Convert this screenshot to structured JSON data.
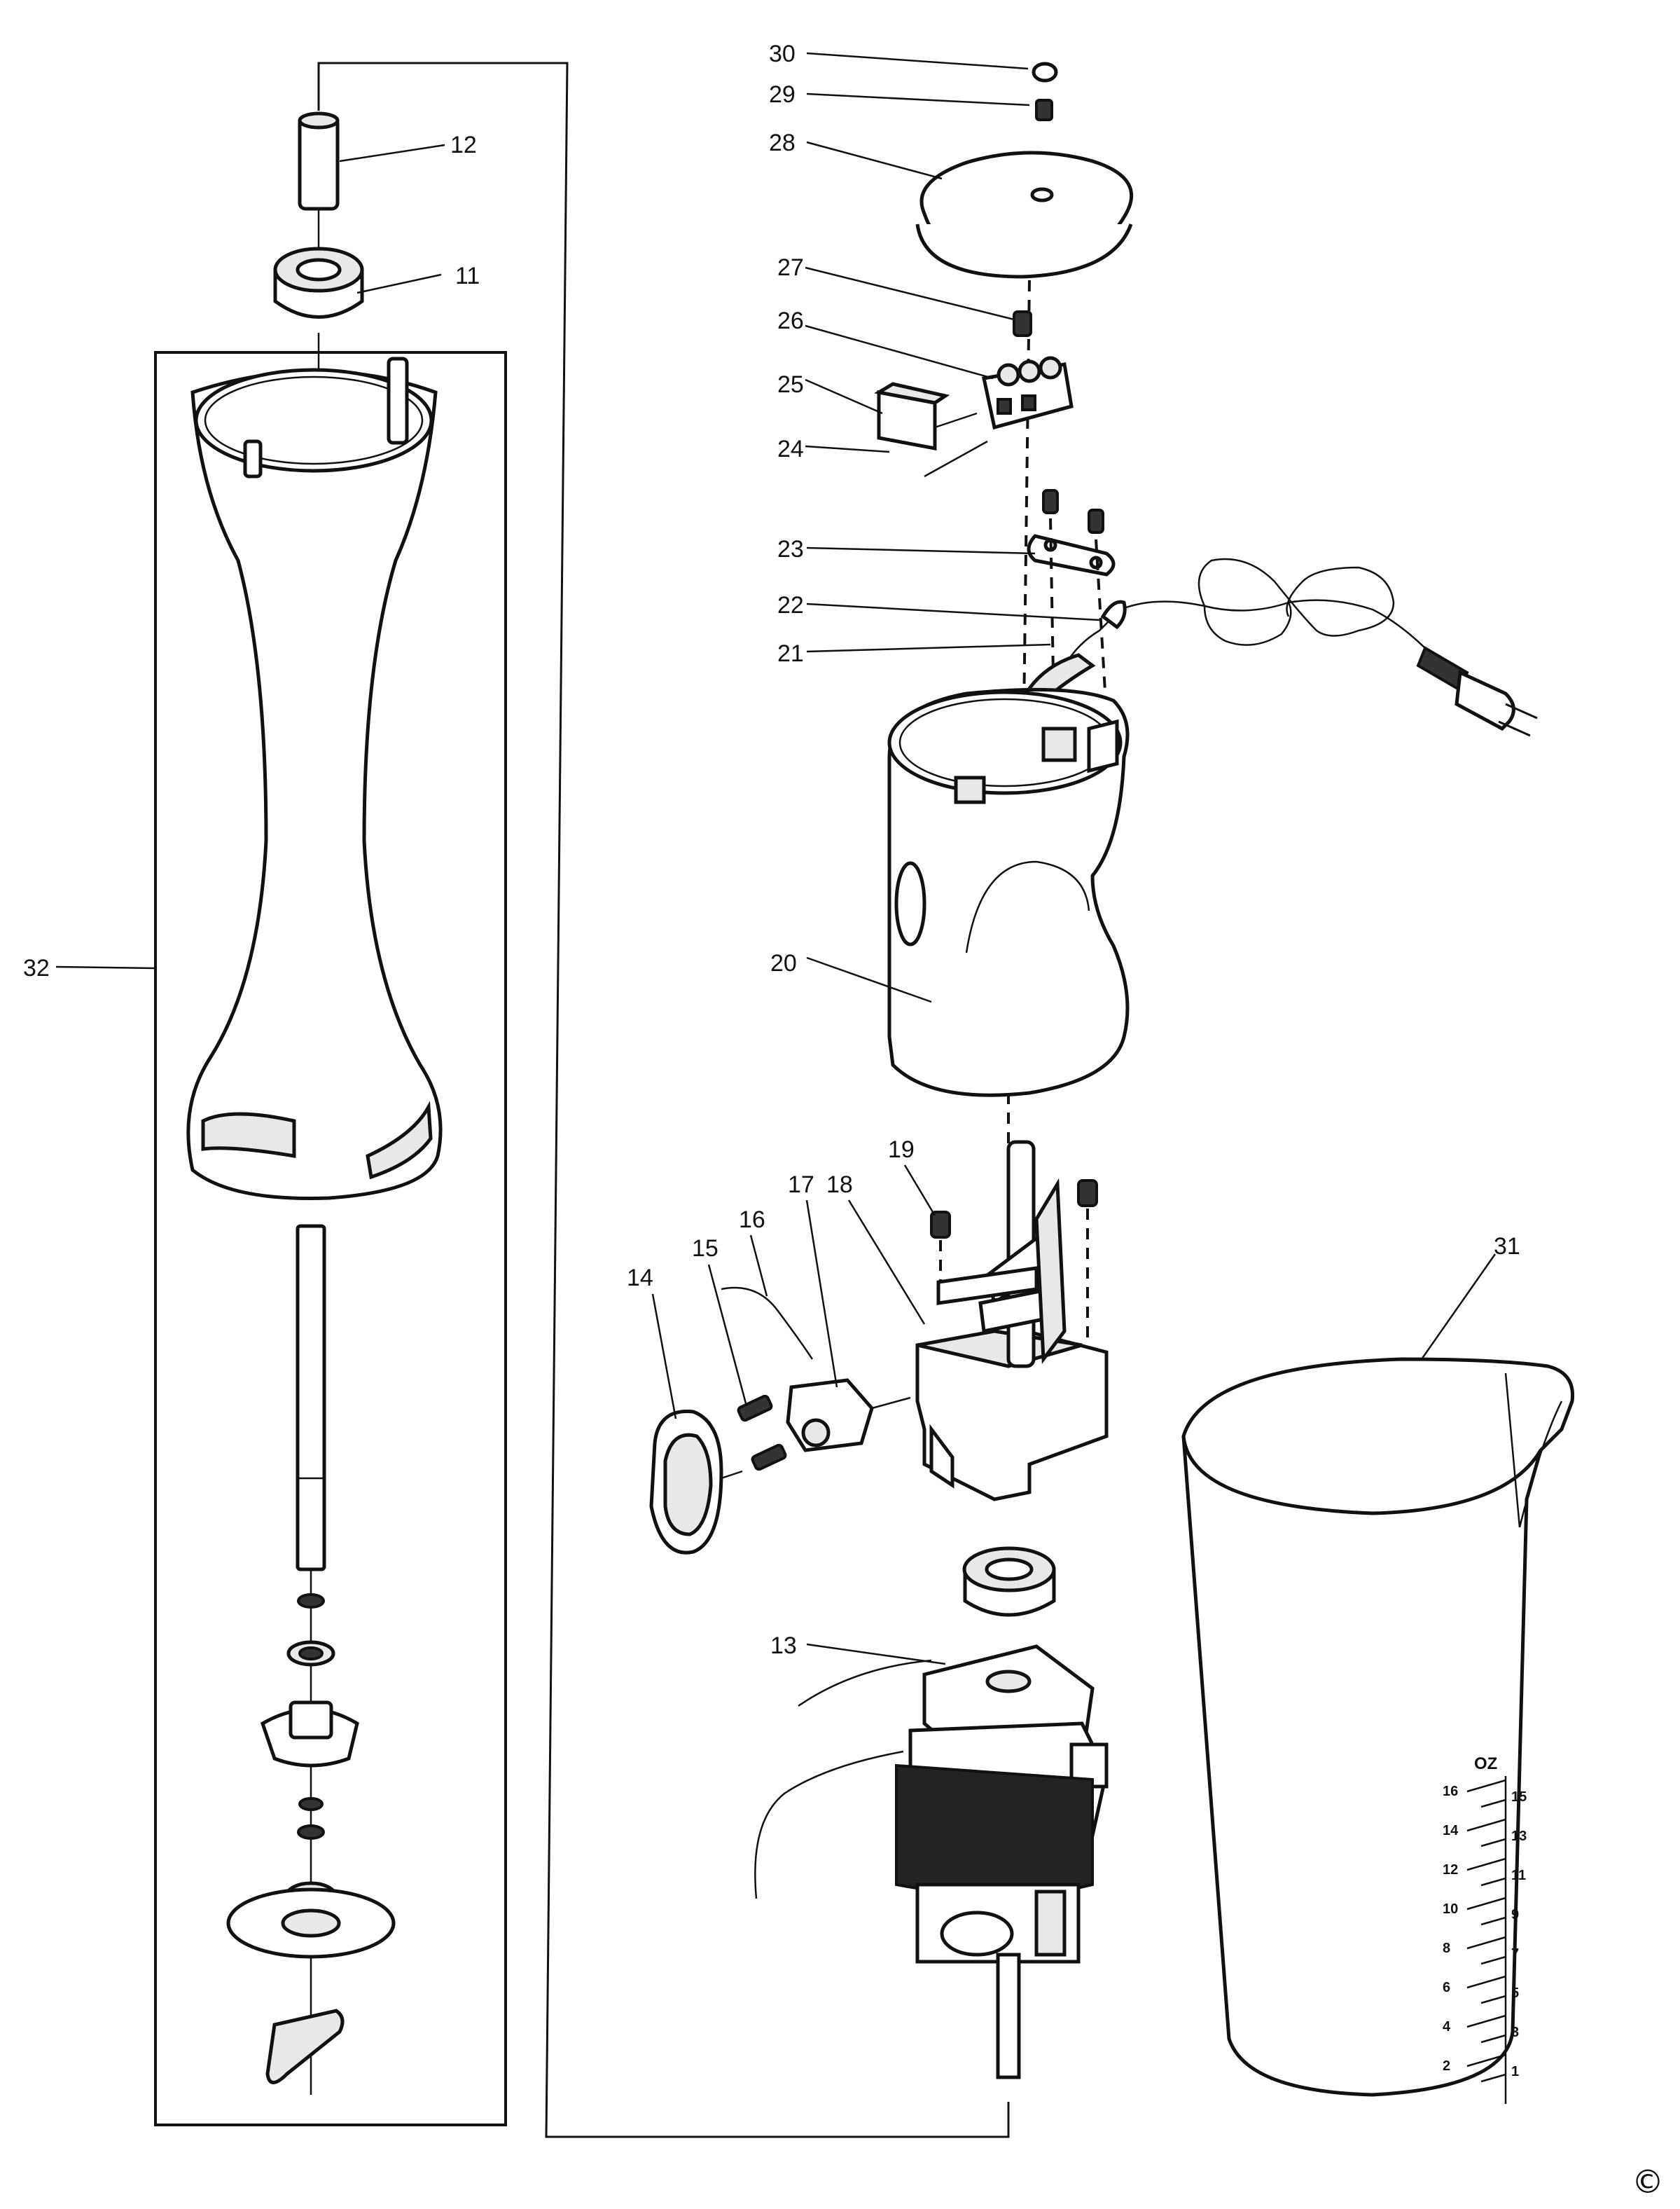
{
  "callouts": [
    {
      "id": "30",
      "label": "30"
    },
    {
      "id": "29",
      "label": "29"
    },
    {
      "id": "28",
      "label": "28"
    },
    {
      "id": "27",
      "label": "27"
    },
    {
      "id": "26",
      "label": "26"
    },
    {
      "id": "25",
      "label": "25"
    },
    {
      "id": "24",
      "label": "24"
    },
    {
      "id": "23",
      "label": "23"
    },
    {
      "id": "22",
      "label": "22"
    },
    {
      "id": "21",
      "label": "21"
    },
    {
      "id": "20",
      "label": "20"
    },
    {
      "id": "19",
      "label": "19"
    },
    {
      "id": "18",
      "label": "18"
    },
    {
      "id": "17",
      "label": "17"
    },
    {
      "id": "16",
      "label": "16"
    },
    {
      "id": "15",
      "label": "15"
    },
    {
      "id": "14",
      "label": "14"
    },
    {
      "id": "13",
      "label": "13"
    },
    {
      "id": "12",
      "label": "12"
    },
    {
      "id": "11",
      "label": "11"
    },
    {
      "id": "31",
      "label": "31"
    },
    {
      "id": "32",
      "label": "32"
    }
  ],
  "jug_scale": {
    "unit": "OZ",
    "left": [
      "16",
      "14",
      "12",
      "10",
      "8",
      "6",
      "4",
      "2"
    ],
    "right": [
      "15",
      "13",
      "11",
      "9",
      "7",
      "5",
      "3",
      "1"
    ]
  },
  "copyright": "©"
}
